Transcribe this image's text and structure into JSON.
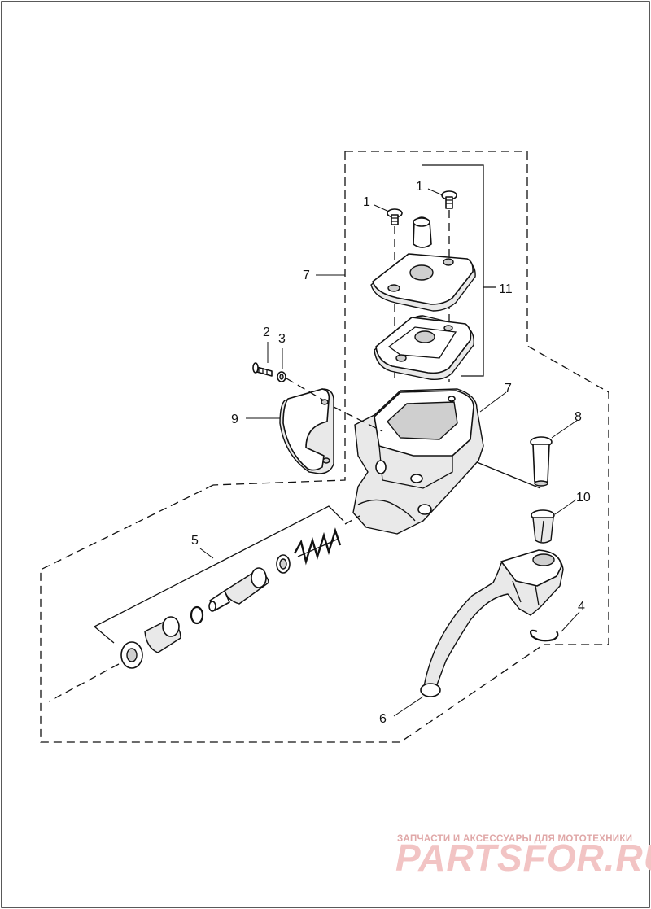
{
  "watermark": {
    "tagline": "ЗАПЧАСТИ И АКСЕССУАРЫ ДЛЯ МОТОТЕХНИКИ",
    "brand": "PARTSFOR.RU"
  },
  "callouts": {
    "c1a": "1",
    "c1b": "1",
    "c2": "2",
    "c3": "3",
    "c4": "4",
    "c5": "5",
    "c6": "6",
    "c7a": "7",
    "c7b": "7",
    "c8": "8",
    "c9": "9",
    "c10": "10",
    "c11": "11"
  }
}
